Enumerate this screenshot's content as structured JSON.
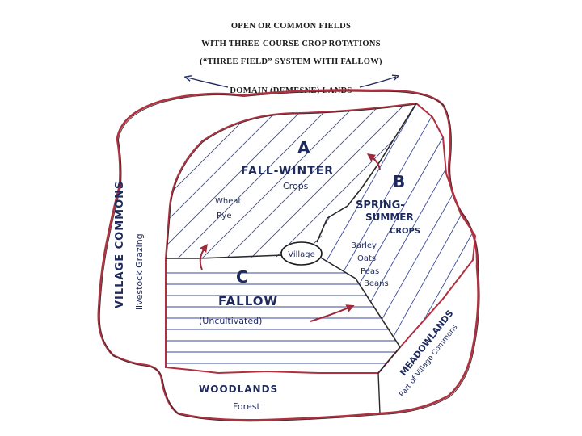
{
  "title": {
    "line1": "OPEN OR COMMON FIELDS",
    "line2": "WITH THREE-COURSE CROP ROTATIONS",
    "line3": "(“THREE FIELD” SYSTEM WITH FALLOW)",
    "line4": "DOMAIN (DEMESNE) LANDS"
  },
  "field_a": {
    "letter": "A",
    "season": "FALL-WINTER",
    "crops_word": "Crops",
    "crop1": "Wheat",
    "crop2": "Rye"
  },
  "field_b": {
    "letter": "B",
    "season1": "SPRING-",
    "season2": "SUMMER",
    "crops_word": "CROPS",
    "crop1": "Barley",
    "crop2": "Oats",
    "crop3": "Peas",
    "crop4": "Beans"
  },
  "field_c": {
    "letter": "C",
    "name": "FALLOW",
    "note": "(Uncultivated)"
  },
  "village": "Village",
  "commons": {
    "line1": "VILLAGE COMMONS",
    "line2": "livestock Grazing"
  },
  "woodlands": {
    "line1": "WOODLANDS",
    "line2": "Forest"
  },
  "meadowlands": {
    "line1": "MEADOWLANDS",
    "line2": "Part of Village Commons"
  },
  "colors": {
    "ink": "#1f2a5c",
    "outline": "#2a2a2a",
    "border_red": "#b03040",
    "arrow_red": "#a02838",
    "hatch": "#3a4a9a"
  }
}
